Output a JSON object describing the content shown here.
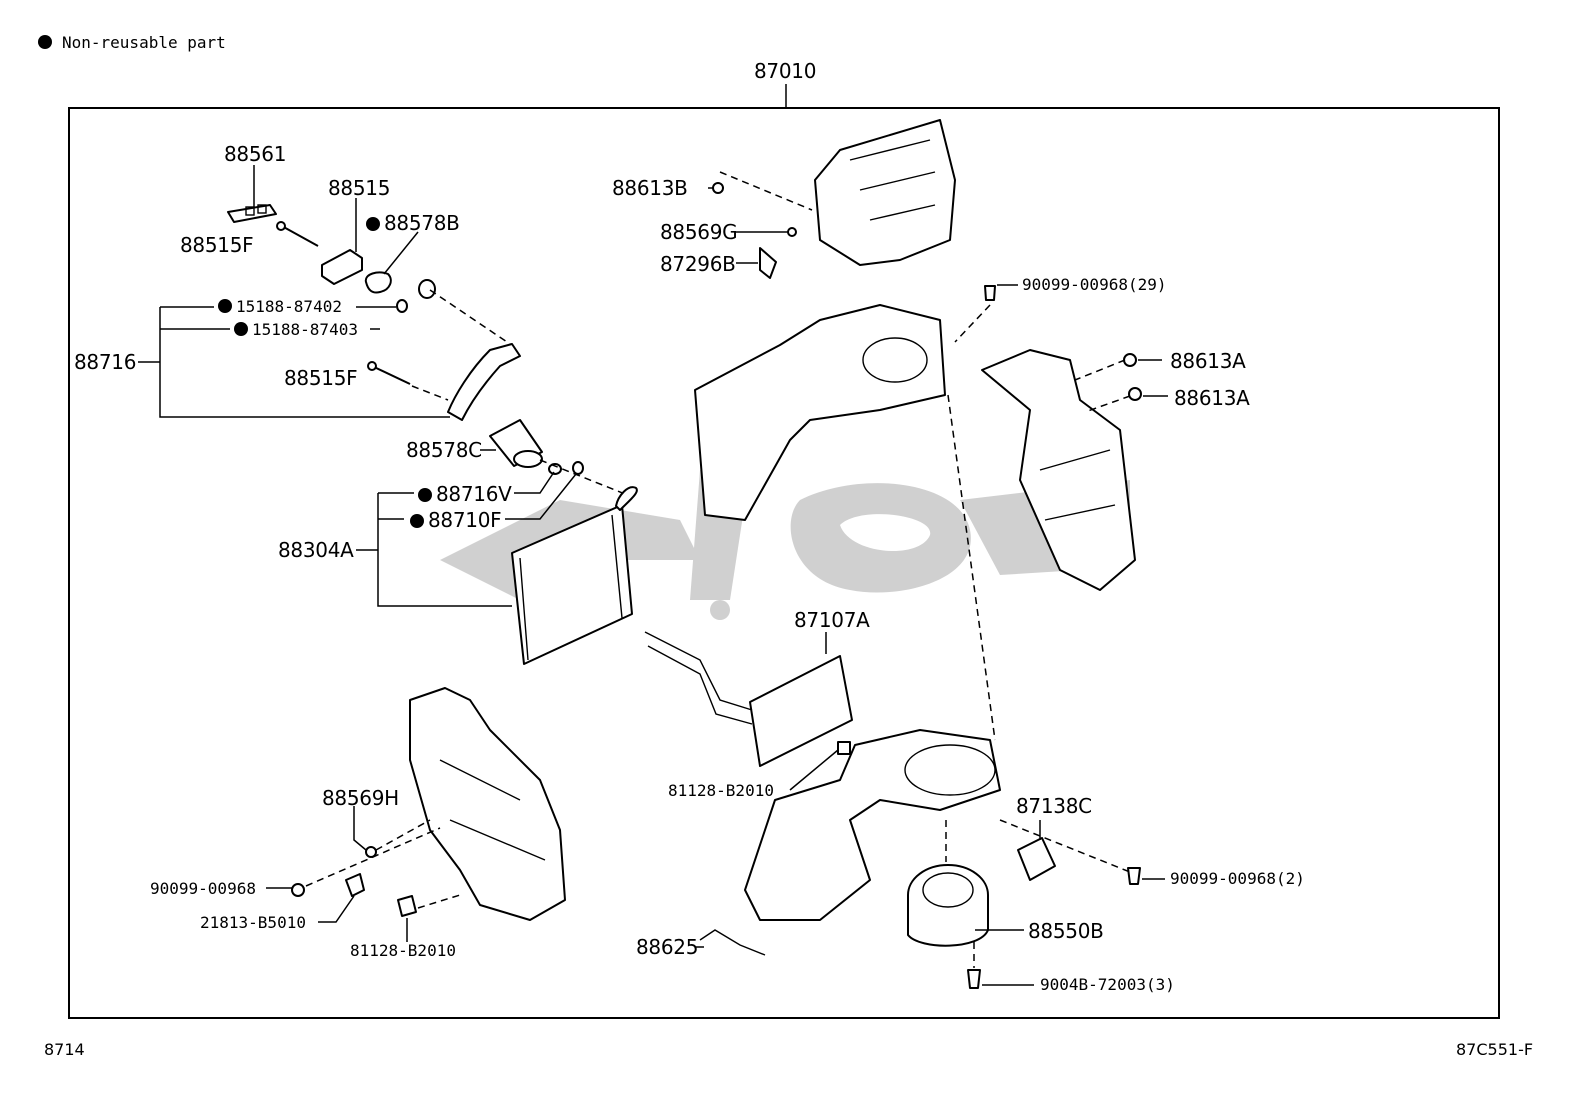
{
  "legend": {
    "text": "Non-reusable part",
    "icon": "filled-circle-icon"
  },
  "diagram": {
    "assembly_label": "87010",
    "labels": {
      "l88561": "88561",
      "l88515": "88515",
      "l88578B": "88578B",
      "l88515F_a": "88515F",
      "l15188_87402": "15188-87402",
      "l15188_87403": "15188-87403",
      "l88716": "88716",
      "l88515F_b": "88515F",
      "l88578C": "88578C",
      "l88716V": "88716V",
      "l88710F": "88710F",
      "l88304A": "88304A",
      "l88613B": "88613B",
      "l88569G": "88569G",
      "l87296B": "87296B",
      "l90099_29": "90099-00968(29)",
      "l88613A_a": "88613A",
      "l88613A_b": "88613A",
      "l87107A": "87107A",
      "l81128_a": "81128-B2010",
      "l87138C": "87138C",
      "l90099_2": "90099-00968(2)",
      "l88550B": "88550B",
      "l9004B": "9004B-72003(3)",
      "l88625": "88625",
      "l88569H": "88569H",
      "l90099_single": "90099-00968",
      "l21813": "21813-B5010",
      "l81128_b": "81128-B2010"
    }
  },
  "footer": {
    "left_code": "8714",
    "right_code": "87C551-F"
  }
}
